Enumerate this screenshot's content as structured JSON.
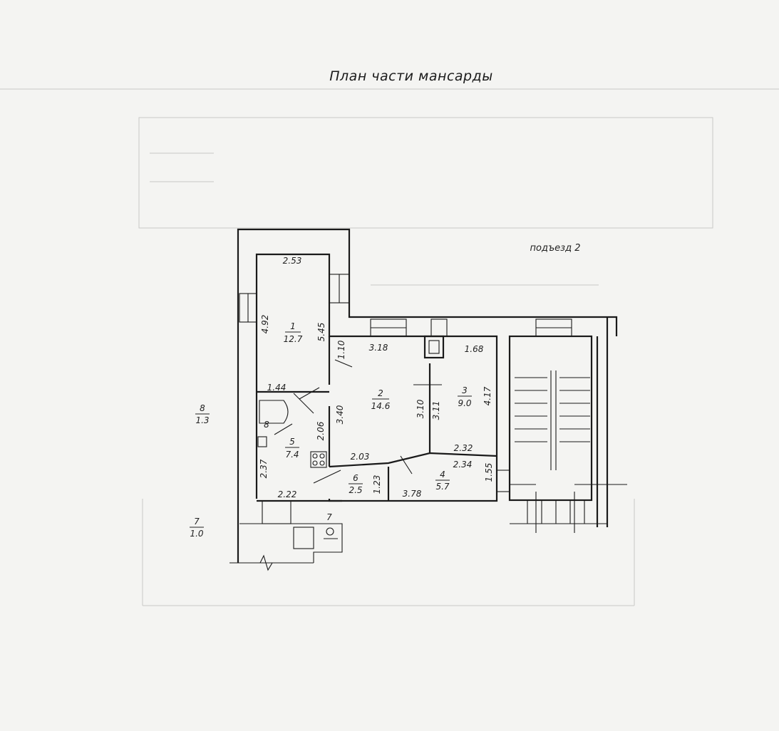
{
  "title": "План части мансарды",
  "entrance": "подъезд 2",
  "rooms": [
    {
      "num": "1",
      "area": "12.7"
    },
    {
      "num": "2",
      "area": "14.6"
    },
    {
      "num": "3",
      "area": "9.0"
    },
    {
      "num": "4",
      "area": "5.7"
    },
    {
      "num": "5",
      "area": "7.4"
    },
    {
      "num": "6",
      "area": "2.5"
    },
    {
      "num": "7",
      "area": "1.0"
    },
    {
      "num": "8",
      "area": "1.3"
    }
  ],
  "bath_label": "8",
  "dims": {
    "r1_top": "2.53",
    "r1_left": "4.92",
    "r1_right": "5.45",
    "hall_w": "1.10",
    "r2_top": "3.18",
    "r3_top": "1.68",
    "r5_top": "1.44",
    "r5_inner": "2.06",
    "r2_left": "3.40",
    "r2_right": "3.10",
    "r3_left": "3.11",
    "r3_right": "4.17",
    "r2_bottom": "2.03",
    "r3_bottom": "2.32",
    "r4_top": "2.34",
    "r5_left": "2.37",
    "r5_bottom": "2.22",
    "r6_right": "1.23",
    "r4_bottom": "3.78",
    "r4_right": "1.55"
  }
}
